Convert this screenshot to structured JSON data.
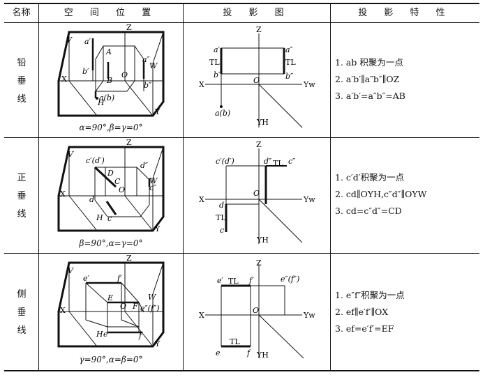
{
  "header": {
    "name": "名称",
    "space": "空 间 位 置",
    "projection": "投 影 图",
    "features": "投 影 特 性"
  },
  "rows": [
    {
      "name": [
        "铅",
        "垂",
        "线"
      ],
      "caption": "α=90°,β=γ=0°",
      "features": [
        "1. ab 积聚为一点",
        "2. a′b′∥a″b″∥OZ",
        "3. a′b′=a″b″=AB"
      ],
      "space_labels": {
        "Z": "Z",
        "X": "X",
        "Y": "Y",
        "V": "V",
        "W": "W",
        "H": "H",
        "A": "A",
        "B": "B",
        "O": "O",
        "a1": "a′",
        "b1": "b′",
        "a2": "a″",
        "b2": "b″",
        "ab": "a(b)"
      },
      "proj_labels": {
        "Z": "Z",
        "X": "X",
        "YW": "Yw",
        "YH": "YH",
        "O": "O",
        "a1": "a′",
        "b1": "b′",
        "a2": "a″",
        "b2": "b″",
        "TL1": "TL",
        "TL2": "TL",
        "ab": "a(b)"
      }
    },
    {
      "name": [
        "正",
        "垂",
        "线"
      ],
      "caption": "β=90°,α=γ=0°",
      "features": [
        "1. c′d′积聚为一点",
        "2. cd∥OYH,c″d″∥OYW",
        "3. cd=c″d″=CD"
      ],
      "space_labels": {
        "Z": "Z",
        "X": "X",
        "Y": "Y",
        "V": "V",
        "W": "W",
        "H": "H",
        "C": "C",
        "D": "D",
        "O": "O",
        "cd1": "c′(d′)",
        "d2": "d″",
        "c2": "c″",
        "d": "d",
        "c": "c"
      },
      "proj_labels": {
        "Z": "Z",
        "X": "X",
        "YW": "Yw",
        "YH": "YH",
        "O": "O",
        "cd1": "c′(d′)",
        "d2": "d″",
        "c2": "c″",
        "TL1": "TL",
        "TL2": "TL",
        "d": "d",
        "c": "c"
      }
    },
    {
      "name": [
        "侧",
        "垂",
        "线"
      ],
      "caption": "γ=90°,α=β=0°",
      "features": [
        "1. e″f″积聚为一点",
        "2. ef∥e′f′∥OX",
        "3. ef=e′f′=EF"
      ],
      "space_labels": {
        "Z": "Z",
        "X": "X",
        "Y": "Y",
        "V": "V",
        "W": "W",
        "H": "H",
        "E": "E",
        "F": "F",
        "O": "O",
        "e1": "e′",
        "f1": "f′",
        "ef2": "e″(f″)",
        "e": "e",
        "f": "f"
      },
      "proj_labels": {
        "Z": "Z",
        "X": "X",
        "YW": "Yw",
        "YH": "YH",
        "O": "O",
        "e1": "e′",
        "f1": "f′",
        "ef2": "e″(f″)",
        "TL1": "TL",
        "TL2": "TL",
        "e": "e",
        "f": "f"
      }
    }
  ]
}
